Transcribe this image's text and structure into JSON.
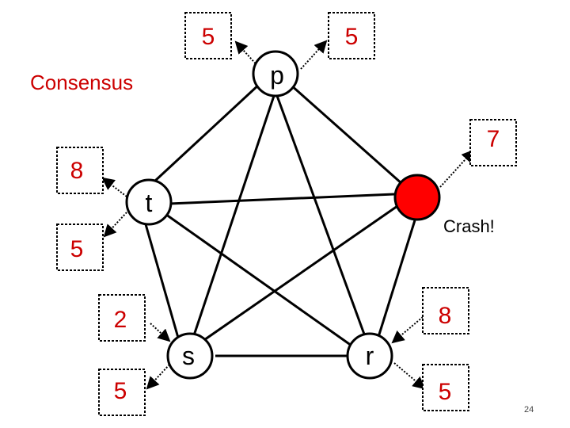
{
  "title": "Consensus",
  "page_number": "24",
  "colors": {
    "title": "#cc0000",
    "box_value": "#cc0000",
    "crash_node": "#ff0000",
    "node_fill": "#ffffff",
    "edge": "#000000",
    "box_border": "#000000"
  },
  "nodes": {
    "p": "p",
    "t": "t",
    "s": "s",
    "r": "r",
    "crashed": ""
  },
  "crash_label": "Crash!",
  "boxes": {
    "p_left": "5",
    "p_right": "5",
    "crashed": "7",
    "t_top": "8",
    "t_bottom": "5",
    "s_top": "2",
    "s_bottom": "5",
    "r_top": "8",
    "r_bottom": "5"
  }
}
